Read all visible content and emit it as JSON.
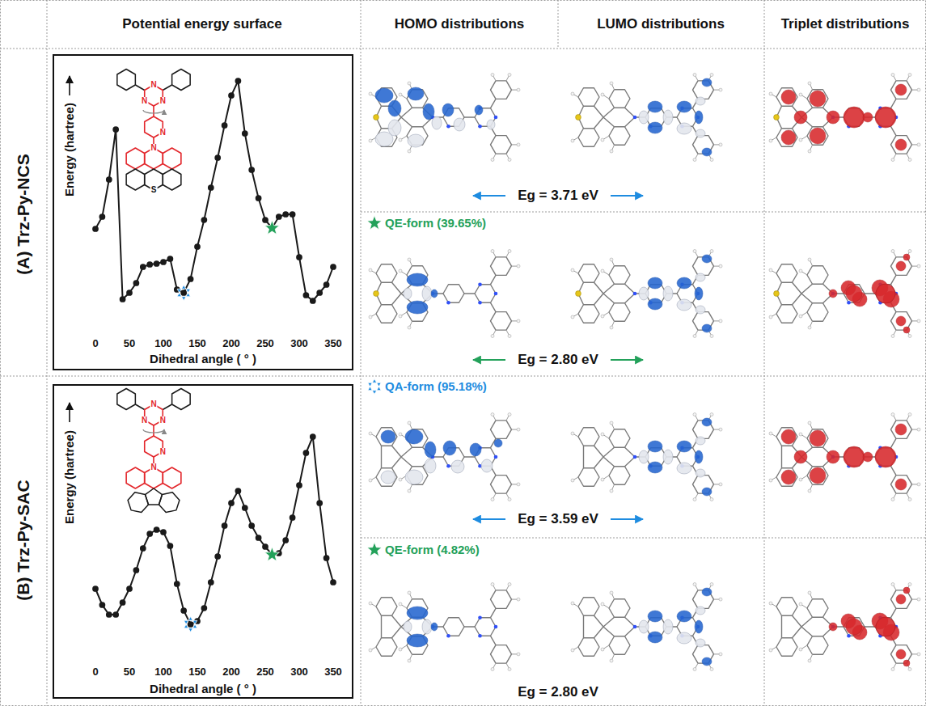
{
  "diagram": {
    "labels": [
      "Potential energy surface",
      "HOMO distributions",
      "LUMO distributions",
      "Triplet distributions",
      "(A) Trz-Py-NCS",
      "Energy (hartree)",
      "0",
      "50",
      "100",
      "150",
      "200",
      "250",
      "300",
      "350",
      "Dihedral angle ( ° )",
      "N",
      "N",
      "N",
      "N",
      "N",
      "S",
      "Eg = 3.71 eV",
      "QE-form (39.65%)",
      "Eg = 2.80 eV",
      "(B) Trz-Py-SAC",
      "Energy (hartree)",
      "0",
      "50",
      "100",
      "150",
      "200",
      "250",
      "300",
      "350",
      "Dihedral angle ( ° )",
      "N",
      "N",
      "N",
      "N",
      "N",
      "QA-form (95.18%)",
      "Eg = 3.59 eV",
      "QE-form (4.82%)",
      "Eg = 2.80 eV"
    ]
  }
}
